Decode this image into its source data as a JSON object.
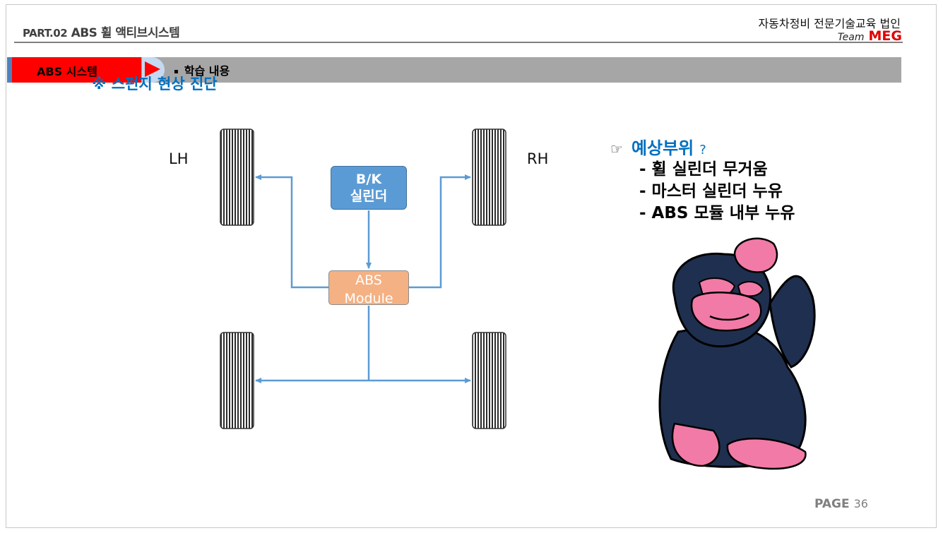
{
  "header": {
    "part_label": "PART.02",
    "title": "ABS 휠 액티브시스템",
    "org_name": "자동차정비 전문기술교육 법인",
    "team_prefix": "Team",
    "team_name": "MEG"
  },
  "section": {
    "tab_label": "ABS 시스템",
    "sub_label": "학습 내용",
    "bullet": "▪"
  },
  "topic": {
    "title": "※ 스펀지 현상 진단"
  },
  "diagram": {
    "left_label": "LH",
    "right_label": "RH",
    "bk_line1": "B/K",
    "bk_line2": "실린더",
    "abs_line1": "ABS",
    "abs_line2": "Module",
    "colors": {
      "line": "#5b9bd5",
      "bk_box": "#5b9bd5",
      "abs_box": "#f4b183"
    }
  },
  "expectation": {
    "icon": "pointing-hand-icon",
    "title": "예상부위",
    "question": "?",
    "items": [
      "- 휠 실린더  무거움",
      "- 마스터 실린더 누유",
      "- ABS 모듈 내부 누유"
    ]
  },
  "footer": {
    "page_label": "PAGE",
    "page_number": "36"
  }
}
